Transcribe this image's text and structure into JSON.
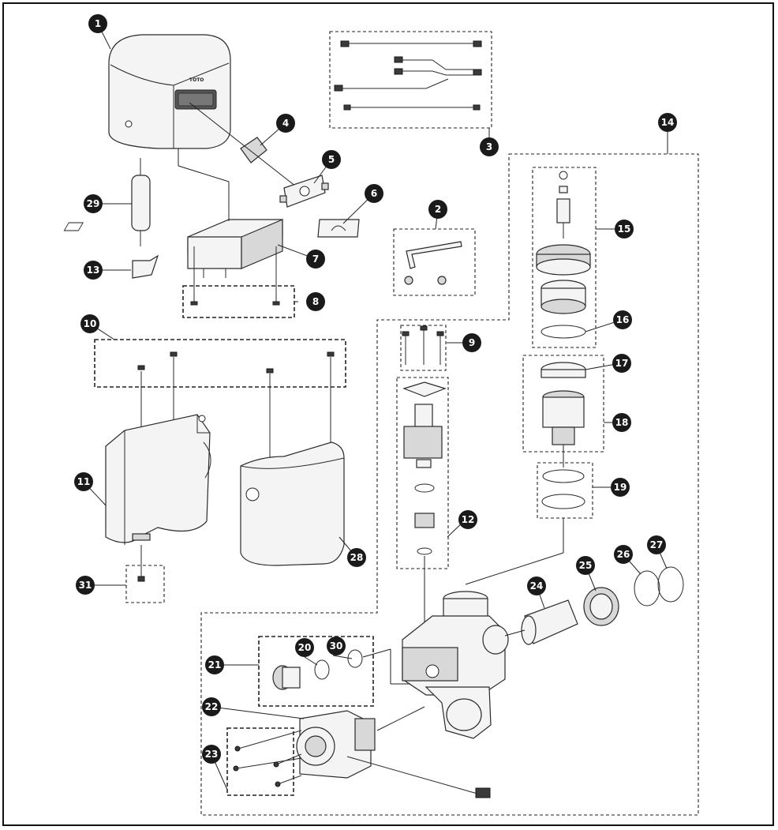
{
  "logo_text": "TOTO",
  "callouts": [
    {
      "id": "1",
      "label": "1"
    },
    {
      "id": "2",
      "label": "2"
    },
    {
      "id": "3",
      "label": "3"
    },
    {
      "id": "4",
      "label": "4"
    },
    {
      "id": "5",
      "label": "5"
    },
    {
      "id": "6",
      "label": "6"
    },
    {
      "id": "7",
      "label": "7"
    },
    {
      "id": "8",
      "label": "8"
    },
    {
      "id": "9",
      "label": "9"
    },
    {
      "id": "10",
      "label": "10"
    },
    {
      "id": "11",
      "label": "11"
    },
    {
      "id": "12",
      "label": "12"
    },
    {
      "id": "13",
      "label": "13"
    },
    {
      "id": "14",
      "label": "14"
    },
    {
      "id": "15",
      "label": "15"
    },
    {
      "id": "16",
      "label": "16"
    },
    {
      "id": "17",
      "label": "17"
    },
    {
      "id": "18",
      "label": "18"
    },
    {
      "id": "19",
      "label": "19"
    },
    {
      "id": "20",
      "label": "20"
    },
    {
      "id": "21",
      "label": "21"
    },
    {
      "id": "22",
      "label": "22"
    },
    {
      "id": "23",
      "label": "23"
    },
    {
      "id": "24",
      "label": "24"
    },
    {
      "id": "25",
      "label": "25"
    },
    {
      "id": "26",
      "label": "26"
    },
    {
      "id": "27",
      "label": "27"
    },
    {
      "id": "28",
      "label": "28"
    },
    {
      "id": "29",
      "label": "29"
    },
    {
      "id": "30",
      "label": "30"
    },
    {
      "id": "31",
      "label": "31"
    }
  ]
}
